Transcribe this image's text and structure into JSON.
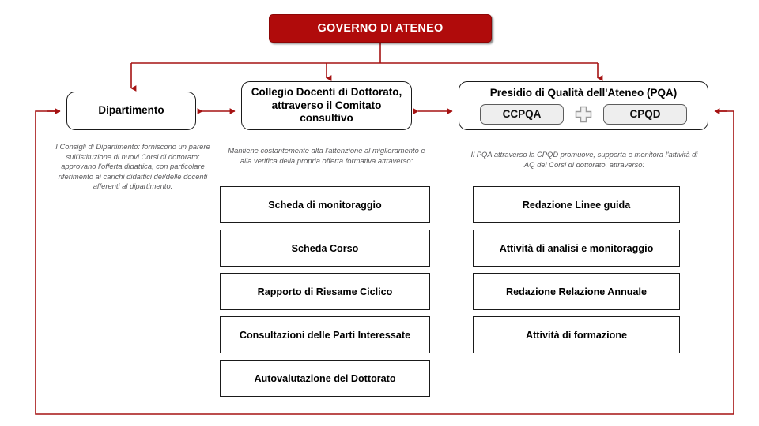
{
  "governance": {
    "title": "GOVERNO DI ATENEO",
    "color": "#b00b0b"
  },
  "nodes": {
    "dipartimento": {
      "label": "Dipartimento",
      "caption": "I Consigli di Dipartimento: forniscono un parere sull'istituzione di nuovi Corsi di dottorato; approvano l'offerta didattica, con particolare riferimento ai carichi didattici dei/delle docenti afferenti al dipartimento."
    },
    "collegio": {
      "label": "Collegio Docenti di Dottorato, attraverso il Comitato consultivo",
      "caption": "Mantiene costantemente alta l'attenzione al miglioramento e alla verifica della propria offerta formativa attraverso:"
    },
    "pqa": {
      "label": "Presidio di Qualità dell'Ateneo (PQA)",
      "caption": "Il PQA attraverso la CPQD promuove, supporta e monitora l'attività di AQ dei Corsi di dottorato, attraverso:",
      "sub_left": "CCPQA",
      "sub_right": "CPQD",
      "join_icon": "plus-icon"
    }
  },
  "collegio_items": [
    "Scheda di monitoraggio",
    "Scheda Corso",
    "Rapporto di Riesame Ciclico",
    "Consultazioni delle Parti Interessate",
    "Autovalutazione del Dottorato"
  ],
  "pqa_items": [
    "Redazione Linee guida",
    "Attività di analisi e monitoraggio",
    "Redazione Relazione Annuale",
    "Attività di formazione"
  ],
  "connector_color": "#a51212"
}
